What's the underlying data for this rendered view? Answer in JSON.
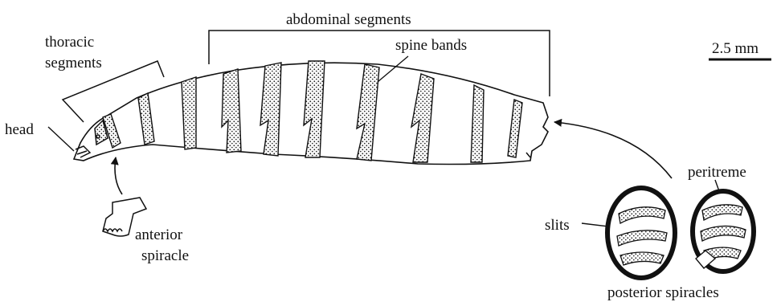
{
  "figure": {
    "labels": {
      "thoracic_line1": "thoracic",
      "thoracic_line2": "segments",
      "abdominal": "abdominal segments",
      "spine_bands": "spine bands",
      "head": "head",
      "anterior_line1": "anterior",
      "anterior_line2": "spiracle",
      "slits": "slits",
      "peritreme": "peritreme",
      "posterior": "posterior spiracles",
      "scale": "2.5 mm"
    }
  }
}
